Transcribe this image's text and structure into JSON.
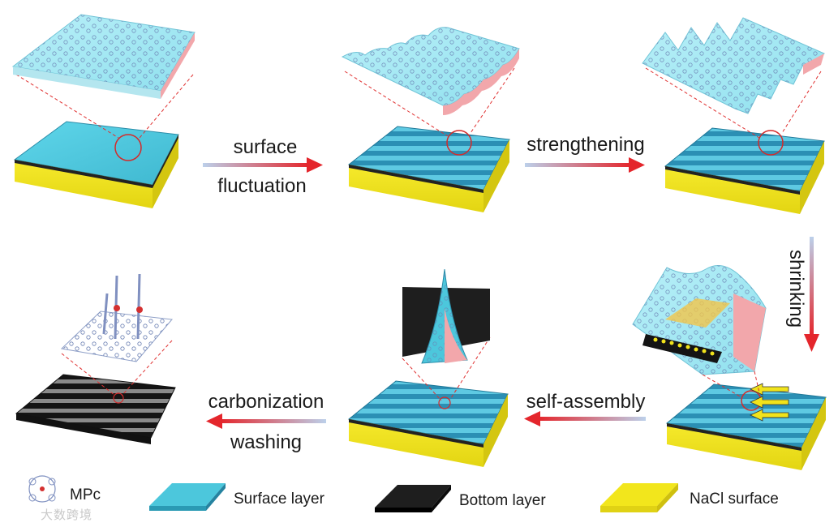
{
  "steps": {
    "surface_fluctuation": {
      "line1": "surface",
      "line2": "fluctuation"
    },
    "strengthening": "strengthening",
    "shrinking": "shrinking",
    "self_assembly": "self-assembly",
    "carbonization_washing": {
      "line1": "carbonization",
      "line2": "washing"
    }
  },
  "legend": {
    "mpc": "MPc",
    "surface_layer": "Surface layer",
    "bottom_layer": "Bottom layer",
    "nacl_surface": "NaCl  surface"
  },
  "watermark": "大数跨境",
  "colors": {
    "surface_layer": "#4cc7dc",
    "bottom_layer": "#1e1e1e",
    "nacl": "#f2e61c",
    "arrow_start": "#bcd0ea",
    "arrow_end": "#e4262c",
    "pink": "#f3a3a8",
    "guide_line": "#e03030"
  }
}
